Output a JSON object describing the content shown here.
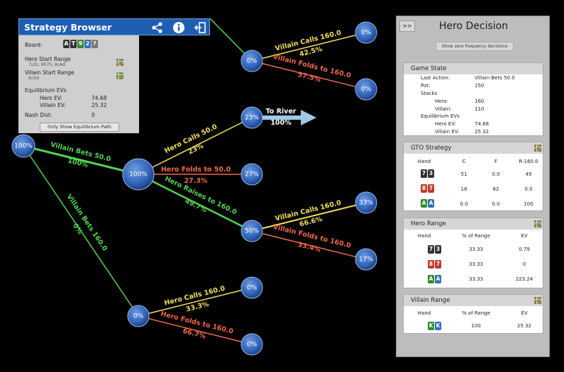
{
  "tree": {
    "nodes": {
      "root": "100%",
      "n1": "100%",
      "n_vc160_top": "0%",
      "n_tr": "23%",
      "n_hf50": "27%",
      "n_hr160": "50%",
      "n_vb160": "0%",
      "l_tv_call": "0%",
      "l_tv_fold": "0%",
      "l_r_call": "33%",
      "l_r_fold": "17%",
      "l_b_call": "0%",
      "l_b_fold": "0%"
    },
    "edges": {
      "villain_bets_50": {
        "action": "Villain Bets 50.0",
        "freq": "100%"
      },
      "villain_bets_160": {
        "action": "Villain Bets 160.0",
        "freq": "0%"
      },
      "hero_calls_50": {
        "action": "Hero Calls 50.0",
        "freq": "23%"
      },
      "hero_folds_50": {
        "action": "Hero Folds to 50.0",
        "freq": "27.3%"
      },
      "hero_raises_160": {
        "action": "Hero Raises to 160.0",
        "freq": "49.7%"
      },
      "top_villain_calls": {
        "action": "Villain Calls 160.0",
        "freq": "42.5%"
      },
      "top_villain_folds": {
        "action": "Villain Folds to 160.0",
        "freq": "57.5%"
      },
      "mid_villain_calls": {
        "action": "Villain Calls 160.0",
        "freq": "66.6%"
      },
      "mid_villain_folds": {
        "action": "Villain Folds to 160.0",
        "freq": "33.4%"
      },
      "bot_hero_calls": {
        "action": "Hero Calls 160.0",
        "freq": "33.3%"
      },
      "bot_hero_folds": {
        "action": "Hero Folds to 160.0",
        "freq": "66.7%"
      },
      "to_river": {
        "action": "To River",
        "freq": "100%"
      }
    },
    "colors": {
      "green": "#52d452",
      "yellow": "#f3e05c",
      "red": "#f06a4a",
      "node": "#2f63b8"
    }
  },
  "strategy_browser": {
    "title": "Strategy Browser",
    "board_label": "Board:",
    "board_cards": [
      "A",
      "T",
      "9",
      "2",
      "?"
    ],
    "hero_start_range_label": "Hero Start Range",
    "hero_start_range_value": "7s3s, 8h7h, AcAd",
    "villain_start_range_label": "Villain Start Range",
    "villain_start_range_value": "KcKd",
    "eq_evs_label": "Equilibrium EVs",
    "hero_ev_label": "Hero EV:",
    "hero_ev_value": "74.68",
    "villain_ev_label": "Villain EV:",
    "villain_ev_value": "25.32",
    "nash_label": "Nash Dist:",
    "nash_value": "0",
    "only_eq_button": "Only Show Equilibrium Path",
    "icons": [
      "share-icon",
      "info-icon",
      "exit-icon"
    ]
  },
  "hero_decision": {
    "collapse_label": ">>",
    "title": "Hero Decision",
    "zero_freq_button": "Show zero frequency decisions",
    "game_state": {
      "title": "Game State",
      "last_action_label": "Last Action:",
      "last_action_value": "Villain Bets 50.0",
      "pot_label": "Pot:",
      "pot_value": "150",
      "stacks_label": "Stacks",
      "hero_label": "Hero:",
      "hero_stack": "160",
      "villain_label": "Villain:",
      "villain_stack": "110",
      "eq_evs_label": "Equilibrium EVs",
      "hero_ev_label": "Hero EV:",
      "hero_ev": "74.68",
      "villain_ev_label": "Villain EV:",
      "villain_ev": "25.32"
    },
    "gto_strategy": {
      "title": "GTO Strategy",
      "headers": [
        "Hand",
        "C",
        "F",
        "R-160.0"
      ],
      "rows": [
        {
          "cards": [
            "7",
            "3"
          ],
          "color": "#333333",
          "c": "51",
          "f": "0.0",
          "r": "49"
        },
        {
          "cards": [
            "8",
            "7"
          ],
          "color": "#c0392b",
          "c": "18",
          "f": "82",
          "r": "0.0"
        },
        {
          "cards": [
            "A",
            "A"
          ],
          "color": "#2d8a2d",
          "c2": "#2f6fb8",
          "c": "0.0",
          "f": "0.0",
          "r": "100"
        }
      ]
    },
    "hero_range": {
      "title": "Hero Range",
      "headers": [
        "Hand",
        "% of Range",
        "EV"
      ],
      "rows": [
        {
          "cards": [
            "7",
            "3"
          ],
          "pct": "33.33",
          "ev": "0.79"
        },
        {
          "cards": [
            "8",
            "7"
          ],
          "pct": "33.33",
          "ev": "0"
        },
        {
          "cards": [
            "A",
            "A"
          ],
          "pct": "33.33",
          "ev": "223.24"
        }
      ]
    },
    "villain_range": {
      "title": "Villain Range",
      "headers": [
        "Hand",
        "% of Range",
        "EV"
      ],
      "rows": [
        {
          "cards": [
            "K",
            "K"
          ],
          "pct": "100",
          "ev": "25.32"
        }
      ]
    }
  }
}
